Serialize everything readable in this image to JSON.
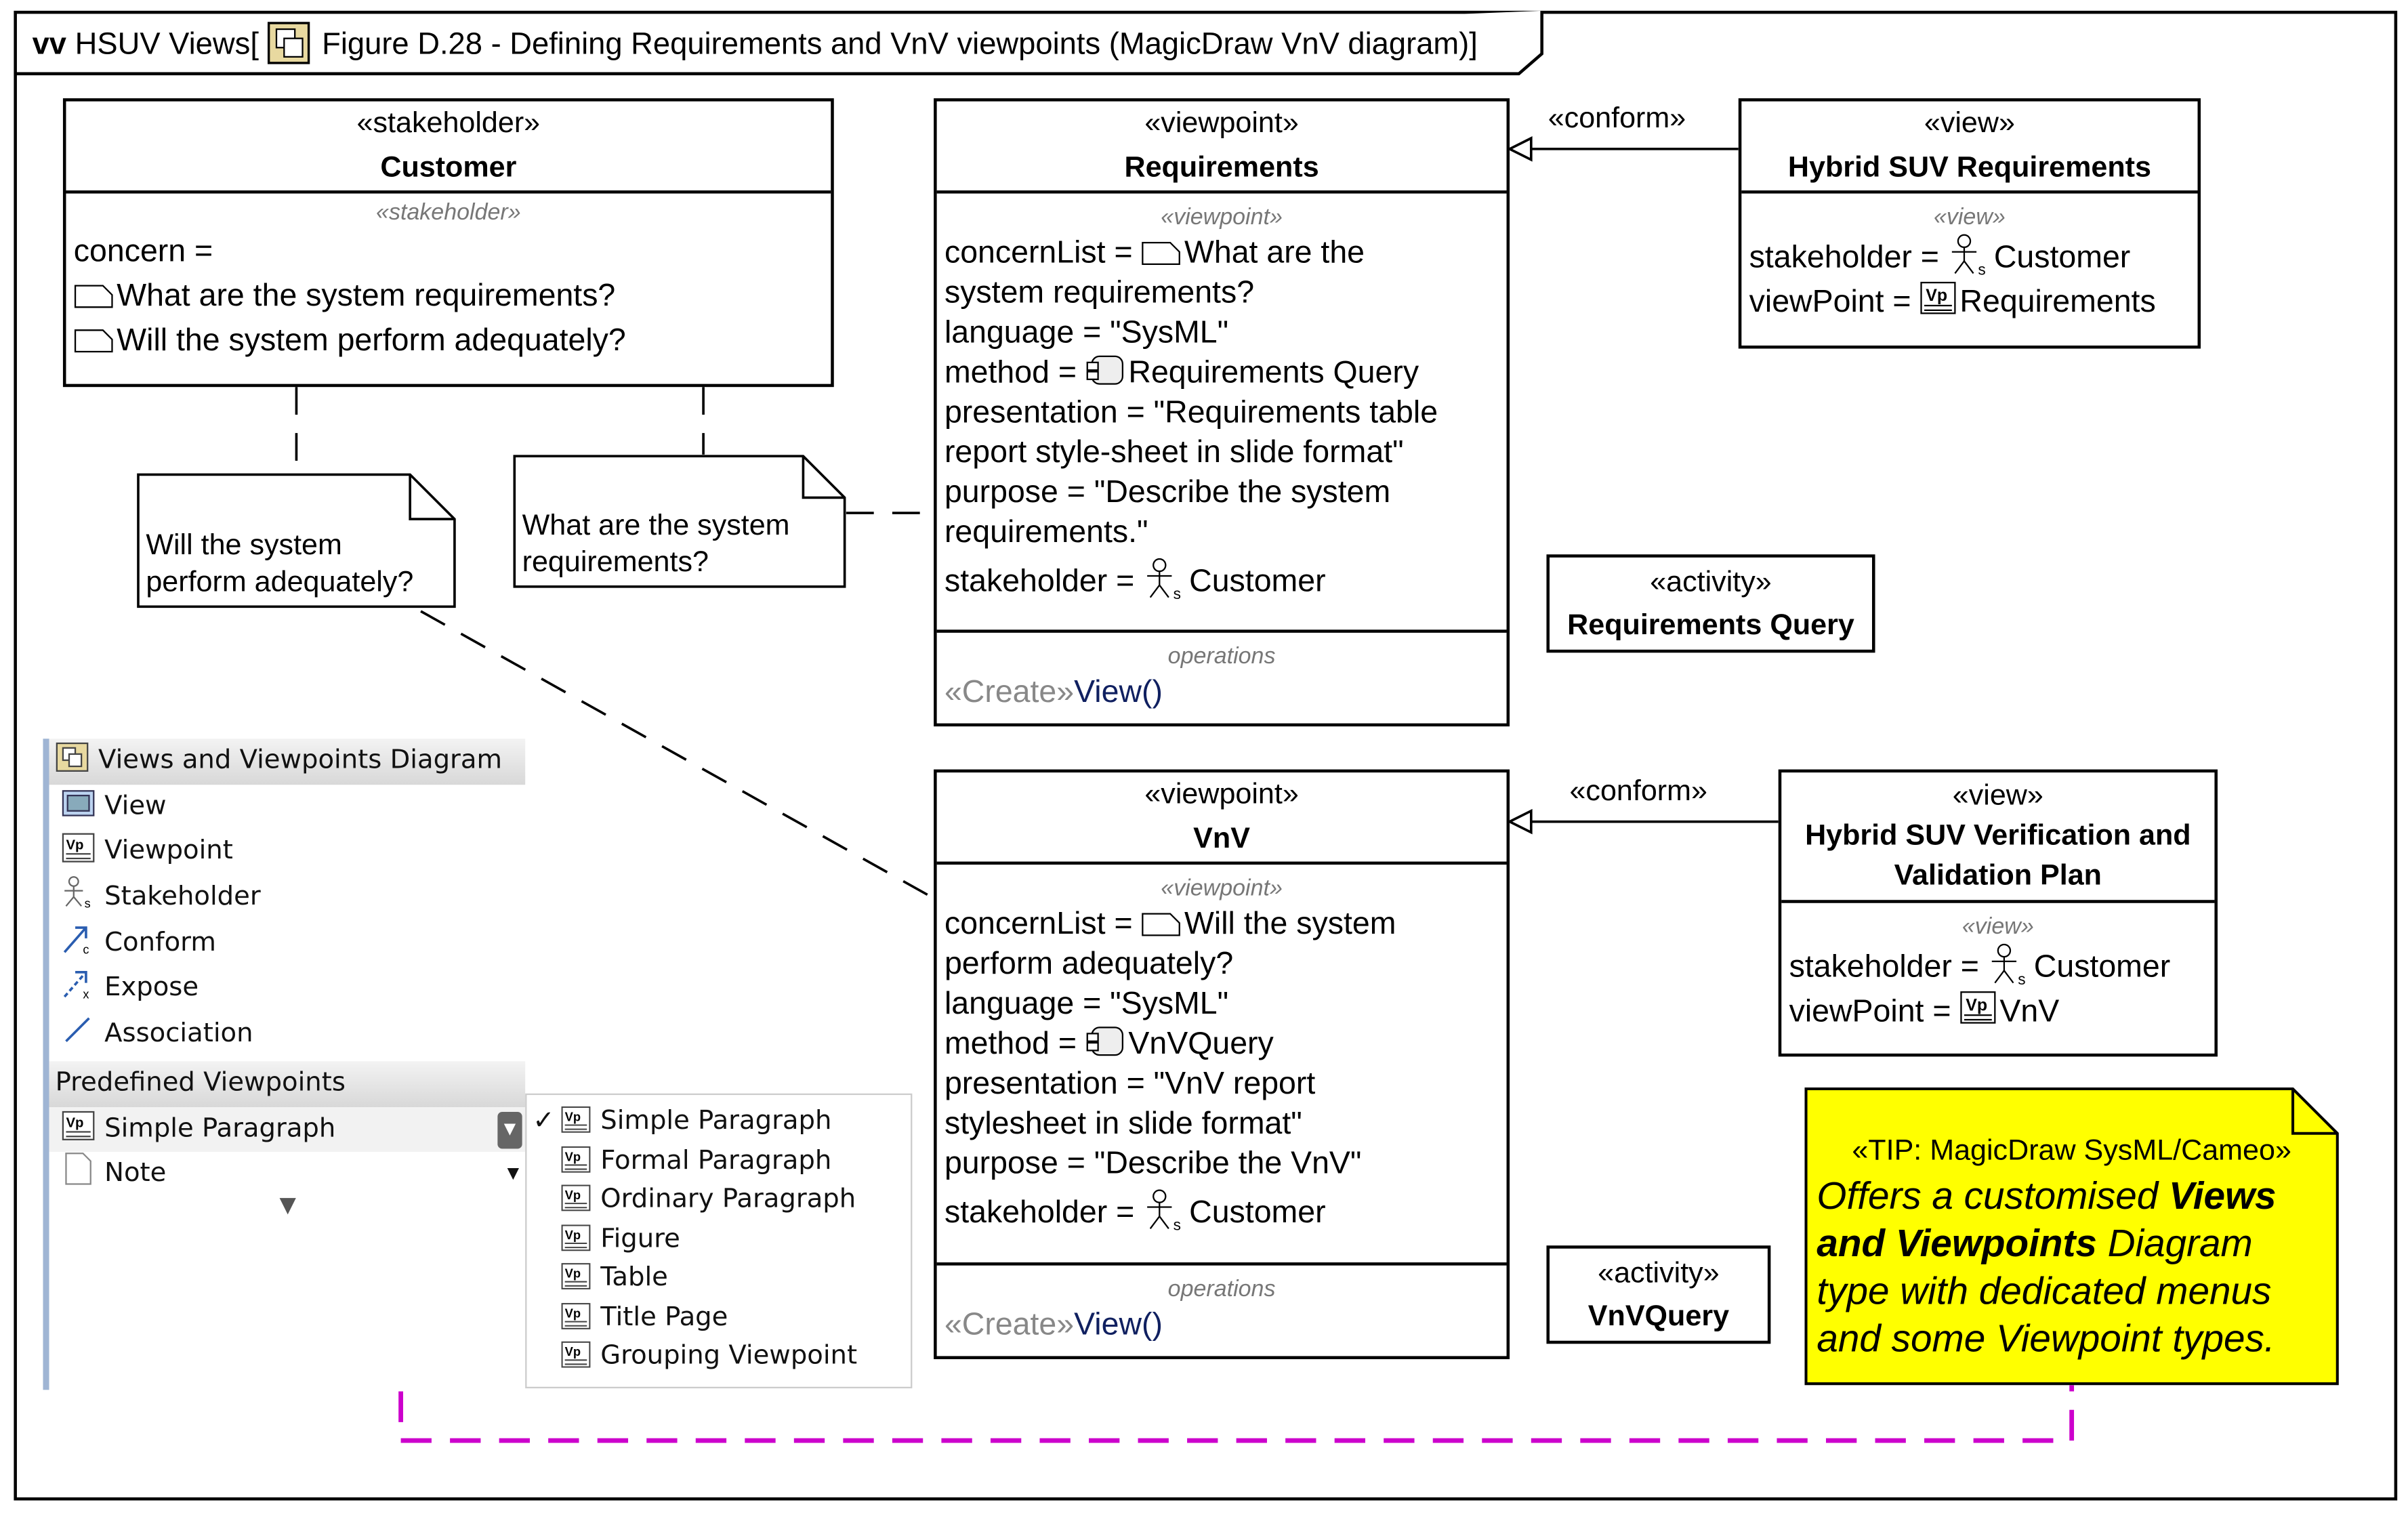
{
  "frame": {
    "kind": "vv",
    "model": "HSUV Views",
    "title": "Figure D.28 - Defining Requirements and VnV viewpoints (MagicDraw VnV diagram)"
  },
  "customer": {
    "stereotype": "«stakeholder»",
    "name": "Customer",
    "compartment": "«stakeholder»",
    "concern_label": "concern =",
    "concerns": [
      "What are the system requirements?",
      "Will the system perform adequately?"
    ]
  },
  "notes": {
    "perform": [
      "Will the system",
      "perform adequately?"
    ],
    "requirements": [
      "What are the system",
      "requirements?"
    ]
  },
  "requirements_viewpoint": {
    "stereotype": "«viewpoint»",
    "name": "Requirements",
    "compartment": "«viewpoint»",
    "lines": {
      "concern1": "concernList = ",
      "concern1b": "What are the",
      "concern2": "system requirements?",
      "language": "language = \"SysML\"",
      "method_label": "method = ",
      "method_value": "Requirements Query",
      "presentation1": "presentation = \"Requirements table",
      "presentation2": "report style-sheet in slide format\"",
      "purpose1": "purpose = \"Describe the system",
      "purpose2": "requirements.\"",
      "stakeholder_label": "stakeholder = ",
      "stakeholder_value": "Customer"
    },
    "operations_label": "operations",
    "op_stereo": "«Create»",
    "op_name": "View()"
  },
  "vnv_viewpoint": {
    "stereotype": "«viewpoint»",
    "name": "VnV",
    "compartment": "«viewpoint»",
    "lines": {
      "concern1": "concernList = ",
      "concern1b": "Will the system",
      "concern2": "perform adequately?",
      "language": "language = \"SysML\"",
      "method_label": "method = ",
      "method_value": "VnVQuery",
      "presentation1": "presentation = \"VnV report",
      "presentation2": "stylesheet in slide format\"",
      "purpose1": "purpose = \"Describe the VnV\"",
      "stakeholder_label": "stakeholder = ",
      "stakeholder_value": "Customer"
    },
    "operations_label": "operations",
    "op_stereo": "«Create»",
    "op_name": "View()"
  },
  "hsuv_req_view": {
    "stereotype": "«view»",
    "name": "Hybrid SUV Requirements",
    "compartment": "«view»",
    "stakeholder_label": "stakeholder = ",
    "stakeholder_value": "Customer",
    "viewpoint_label": "viewPoint = ",
    "viewpoint_value": "Requirements"
  },
  "hsuv_vnv_view": {
    "stereotype": "«view»",
    "name1": "Hybrid SUV Verification and",
    "name2": "Validation Plan",
    "compartment": "«view»",
    "stakeholder_label": "stakeholder = ",
    "stakeholder_value": "Customer",
    "viewpoint_label": "viewPoint = ",
    "viewpoint_value": "VnV"
  },
  "activity_req": {
    "stereotype": "«activity»",
    "name": "Requirements Query"
  },
  "activity_vnv": {
    "stereotype": "«activity»",
    "name": "VnVQuery"
  },
  "conform_labels": [
    "«conform»",
    "«conform»"
  ],
  "palette": {
    "header": "Views and Viewpoints Diagram",
    "items": [
      {
        "label": "View",
        "icon": "view-icon"
      },
      {
        "label": "Viewpoint",
        "icon": "viewpoint-icon"
      },
      {
        "label": "Stakeholder",
        "icon": "stakeholder-icon"
      },
      {
        "label": "Conform",
        "icon": "conform-icon"
      },
      {
        "label": "Expose",
        "icon": "expose-icon"
      },
      {
        "label": "Association",
        "icon": "association-icon"
      }
    ],
    "section": "Predefined Viewpoints",
    "section_items": [
      {
        "label": "Simple Paragraph",
        "icon": "viewpoint-icon"
      },
      {
        "label": "Note",
        "icon": "note-icon"
      }
    ],
    "menu_items": [
      {
        "label": "Simple Paragraph",
        "checked": true
      },
      {
        "label": "Formal Paragraph",
        "checked": false
      },
      {
        "label": "Ordinary Paragraph",
        "checked": false
      },
      {
        "label": "Figure",
        "checked": false
      },
      {
        "label": "Table",
        "checked": false
      },
      {
        "label": "Title Page",
        "checked": false
      },
      {
        "label": "Grouping Viewpoint",
        "checked": false
      }
    ]
  },
  "tip": {
    "title": "«TIP: MagicDraw SysML/Cameo»",
    "t1": "Offers a customised ",
    "t1b": "Views",
    "t2b": "and Viewpoints",
    "t2": " Diagram",
    "t3": "type with dedicated menus",
    "t4": "and some Viewpoint types.",
    "bg": "#ffff00"
  },
  "colors": {
    "link": "#cc00cc"
  }
}
